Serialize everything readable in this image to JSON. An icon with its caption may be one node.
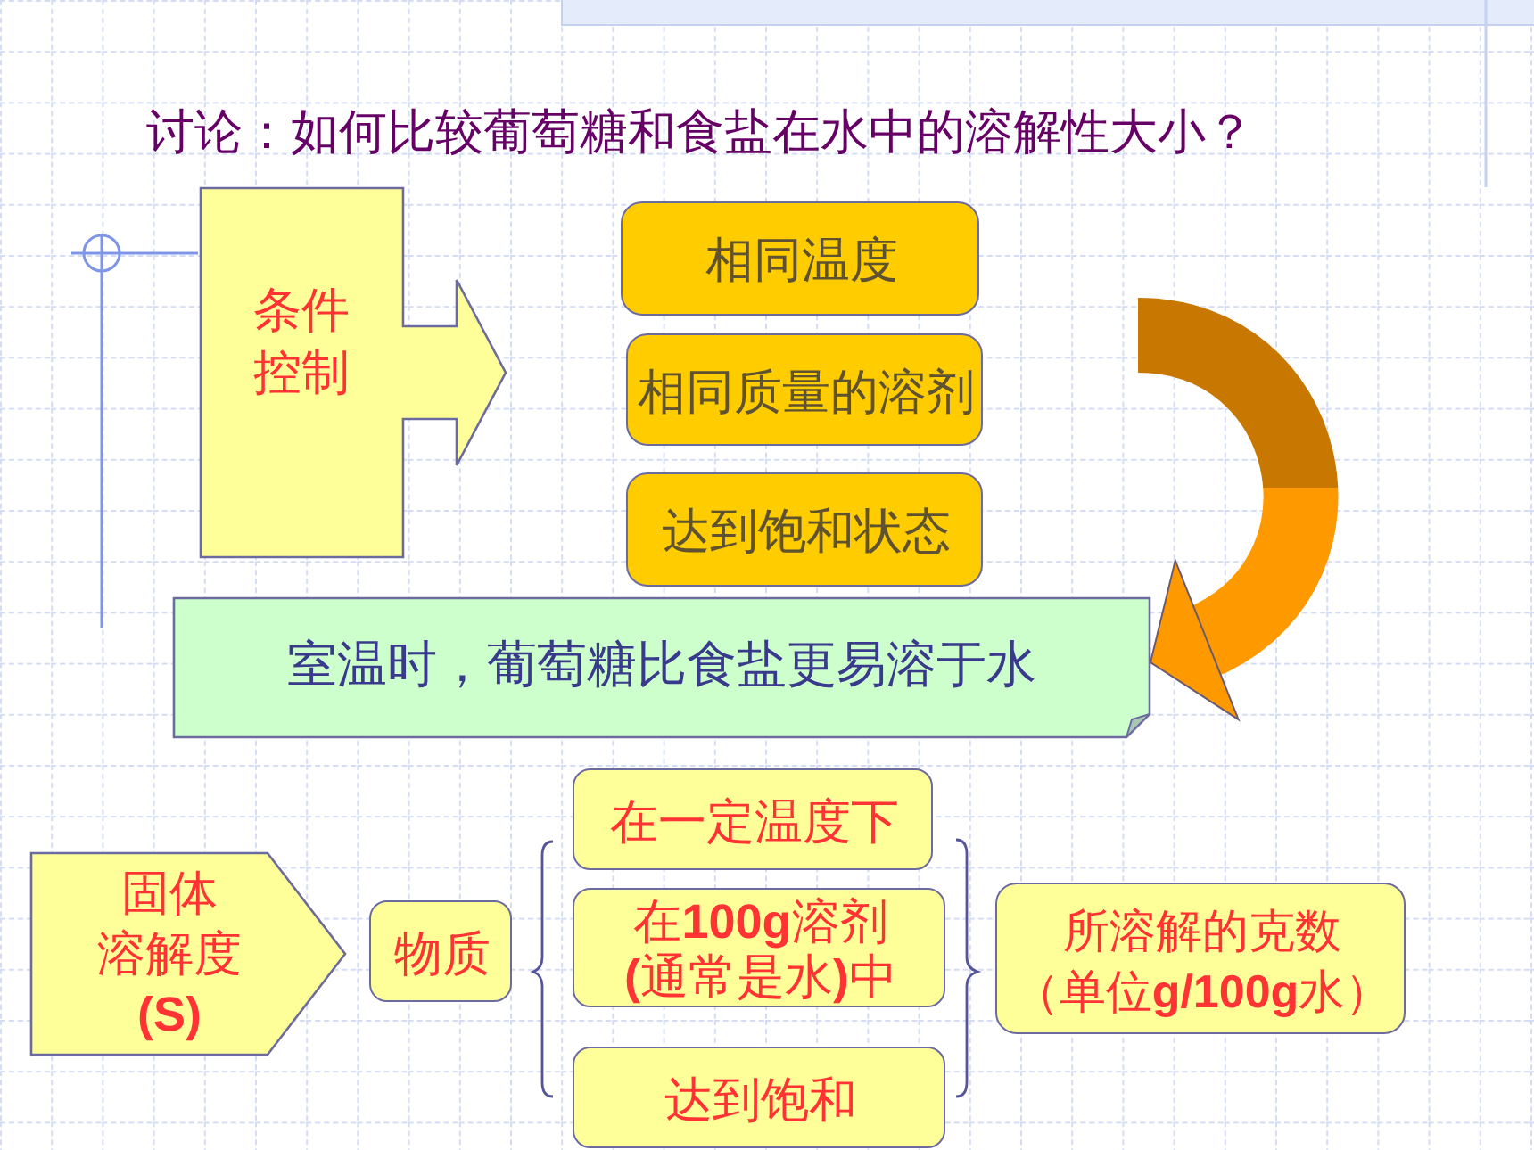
{
  "diagram": {
    "title": "讨论：如何比较葡萄糖和食盐在水中的溶解性大小？",
    "nodes": [
      {
        "text": [
          "条件控制"
        ]
      },
      {
        "text": [
          "相同温度"
        ]
      },
      {
        "text": [
          "相同质量的溶剂"
        ]
      },
      {
        "text": [
          "达到饱和状态"
        ]
      },
      {
        "text": [
          "室温时，葡萄糖比食盐更易溶于水"
        ]
      },
      {
        "text": [
          "固体溶解度**(S)**"
        ]
      },
      {
        "text": [
          "物质"
        ]
      },
      {
        "text": [
          "在一定温度下"
        ]
      },
      {
        "text": [
          "在**100g**溶剂**(**通常是水**)**中"
        ]
      },
      {
        "text": [
          "达到饱和"
        ]
      },
      {
        "text": [
          "所溶解的克数（单位**g/100g**水）"
        ]
      }
    ],
    "edges": [
      {
        "from": null,
        "to": 4,
        "arrow": "to"
      }
    ]
  }
}
